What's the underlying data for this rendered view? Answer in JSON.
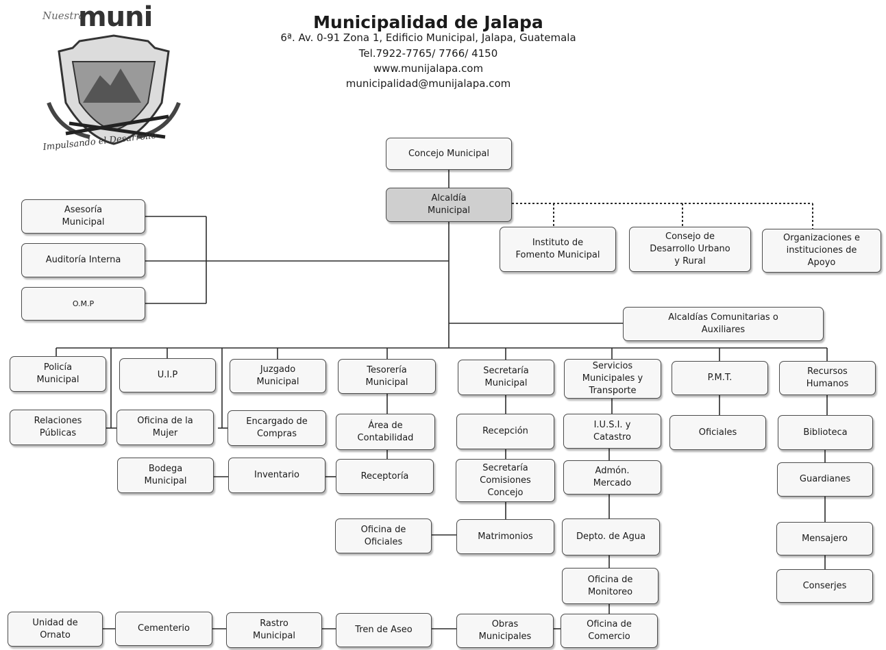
{
  "header": {
    "title": "Municipalidad de Jalapa",
    "address": "6ª. Av. 0-91 Zona 1, Edificio Municipal, Jalapa, Guatemala",
    "phone": "Tel.7922-7765/ 7766/ 4150",
    "web": "www.munijalapa.com",
    "email": "municipalidad@munijalapa.com"
  },
  "logo": {
    "script": "Nuestra",
    "word": "muni",
    "slogan": "Impulsando el Desarrollo"
  },
  "colors": {
    "border": "#4a4a4a",
    "box_fill": "#f7f7f7",
    "highlight_fill": "#cfcfcf"
  },
  "org": {
    "concejo": "Concejo Municipal",
    "alcaldia": "Alcaldía\nMunicipal",
    "instituto": "Instituto de\nFomento Municipal",
    "consejo": "Consejo de\nDesarrollo Urbano\ny Rural",
    "organizaciones": "Organizaciones e\ninstituciones de\nApoyo",
    "asesoria": "Asesoría\nMunicipal",
    "auditoria": "Auditoría Interna",
    "omp": "O.M.P",
    "alcaldias_comunitarias": "Alcaldías Comunitarias o\nAuxiliares",
    "policia": "Policía\nMunicipal",
    "uip": "U.I.P",
    "juzgado": "Juzgado\nMunicipal",
    "tesoreria": "Tesorería\nMunicipal",
    "secretaria": "Secretaría\nMunicipal",
    "servicios": "Servicios\nMunicipales y\nTransporte",
    "pmt": "P.M.T.",
    "rrhh": "Recursos\nHumanos",
    "relaciones": "Relaciones\nPúblicas",
    "oficina_mujer": "Oficina de la\nMujer",
    "encargado_compras": "Encargado de\nCompras",
    "area_contabilidad": "Área de\nContabilidad",
    "recepcion": "Recepción",
    "iusi": "I.U.S.I. y\nCatastro",
    "oficiales_pmt": "Oficiales",
    "biblioteca": "Biblioteca",
    "bodega": "Bodega\nMunicipal",
    "inventario": "Inventario",
    "receptoria": "Receptoría",
    "secretaria_comisiones": "Secretaría\nComisiones\nConcejo",
    "admon_mercado": "Admón.\nMercado",
    "guardianes": "Guardianes",
    "oficina_oficiales": "Oficina de\nOficiales",
    "matrimonios": "Matrimonios",
    "depto_agua": "Depto. de Agua",
    "mensajero": "Mensajero",
    "oficina_monitoreo": "Oficina de\nMonitoreo",
    "conserjes": "Conserjes",
    "unidad_ornato": "Unidad de\nOrnato",
    "cementerio": "Cementerio",
    "rastro": "Rastro\nMunicipal",
    "tren_aseo": "Tren de Aseo",
    "obras": "Obras\nMunicipales",
    "oficina_comercio": "Oficina de\nComercio"
  }
}
